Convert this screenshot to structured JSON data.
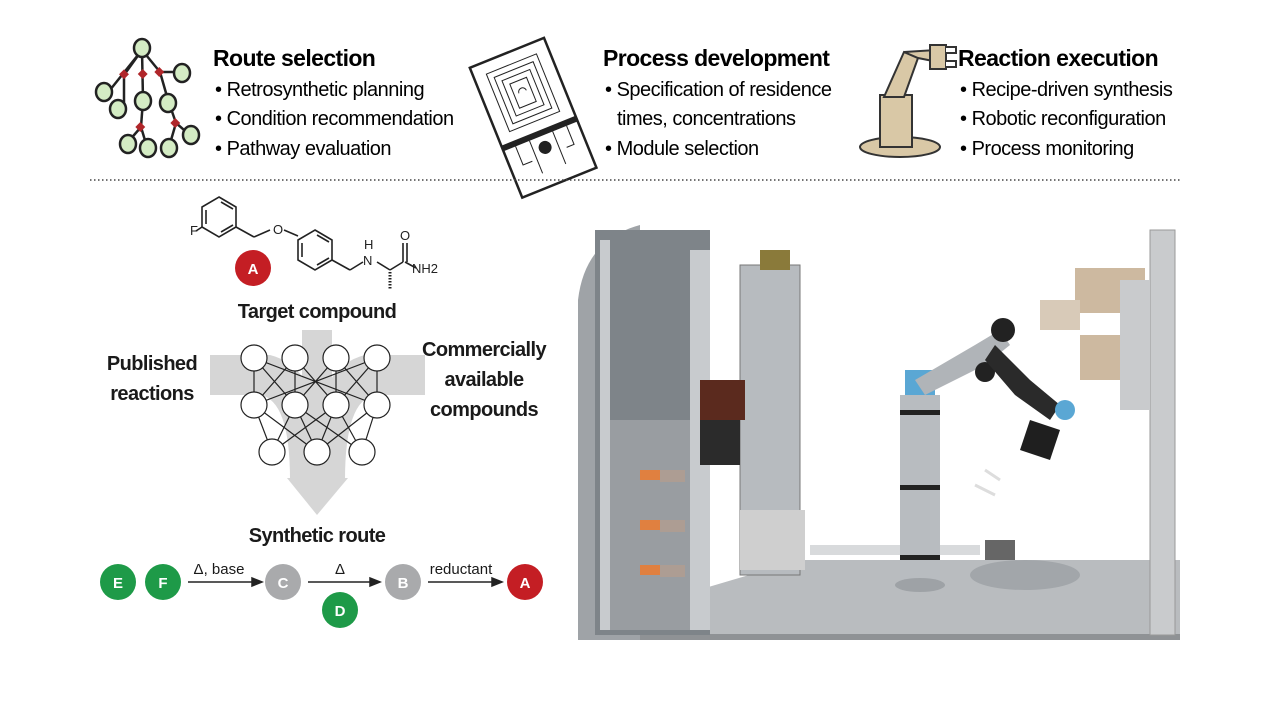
{
  "sections": [
    {
      "title": "Route selection",
      "bullets": [
        "Retrosynthetic planning",
        "Condition recommendation",
        "Pathway evaluation"
      ],
      "icon": "route-tree-icon"
    },
    {
      "title": "Process development",
      "bullets": [
        "Specification of residence",
        "times, concentrations",
        "Module selection"
      ],
      "icon": "flow-chip-icon"
    },
    {
      "title": "Reaction execution",
      "bullets": [
        "Recipe-driven synthesis",
        "Robotic reconfiguration",
        "Process monitoring"
      ],
      "icon": "robot-arm-icon"
    }
  ],
  "molecule": {
    "atoms": {
      "F": "F",
      "O": "O",
      "H": "H",
      "N": "N",
      "O2": "O",
      "NH2": "NH2"
    },
    "label": "A"
  },
  "target_label": "Target compound",
  "left_label": [
    "Published",
    "reactions"
  ],
  "right_label": [
    "Commercially",
    "available",
    "compounds"
  ],
  "route_title": "Synthetic route",
  "route": {
    "nodes": {
      "E": "E",
      "F": "F",
      "C": "C",
      "D": "D",
      "B": "B",
      "A": "A"
    },
    "arrows": [
      "Δ, base",
      "Δ",
      "reductant"
    ]
  },
  "colors": {
    "green": "#1e9a48",
    "gray": "#a9aaac",
    "red": "#c41e24",
    "tree_node": "#d4ecc4",
    "tree_diamond": "#b0262a",
    "arrow_fill": "#d6d6d6",
    "icon_tan": "#d9c8a6"
  }
}
